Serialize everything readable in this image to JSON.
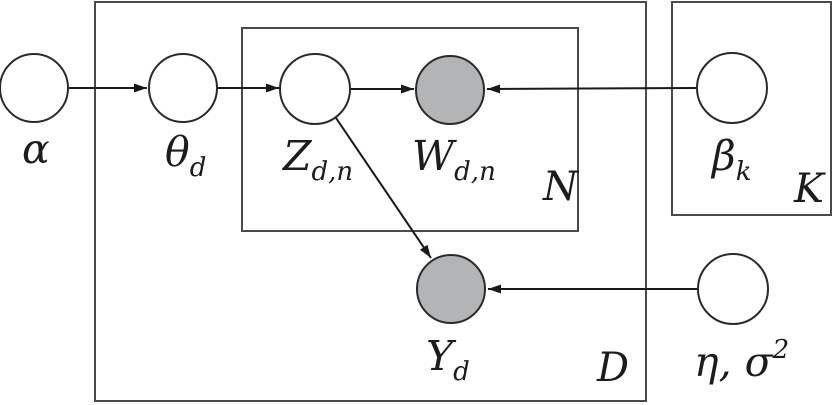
{
  "diagram": {
    "kind": "plate-notation probabilistic graphical model (supervised LDA)",
    "colors": {
      "background": "#ffffff",
      "node_fill": "#ffffff",
      "shaded_node_fill": "#b3b4b6",
      "node_stroke": "#2a2a2a",
      "plate_stroke": "#4a4a4a",
      "edge_color": "#1a1a1a"
    },
    "plates": {
      "D": {
        "label": "D"
      },
      "N": {
        "label": "N"
      },
      "K": {
        "label": "K"
      }
    },
    "nodes": {
      "alpha": {
        "label": "α",
        "sub": "",
        "shaded": false
      },
      "theta": {
        "label": "θ",
        "sub": "d",
        "shaded": false
      },
      "z": {
        "label": "Z",
        "sub": "d,n",
        "shaded": false
      },
      "w": {
        "label": "W",
        "sub": "d,n",
        "shaded": true
      },
      "beta": {
        "label": "β",
        "sub": "k",
        "shaded": false
      },
      "y": {
        "label": "Y",
        "sub": "d",
        "shaded": true
      },
      "eta_sigma": {
        "label": "η, σ",
        "sup": "2",
        "shaded": false
      }
    },
    "edges": [
      {
        "from": "alpha",
        "to": "theta"
      },
      {
        "from": "theta",
        "to": "z"
      },
      {
        "from": "z",
        "to": "w"
      },
      {
        "from": "beta",
        "to": "w"
      },
      {
        "from": "z",
        "to": "y"
      },
      {
        "from": "eta_sigma",
        "to": "y"
      }
    ]
  }
}
